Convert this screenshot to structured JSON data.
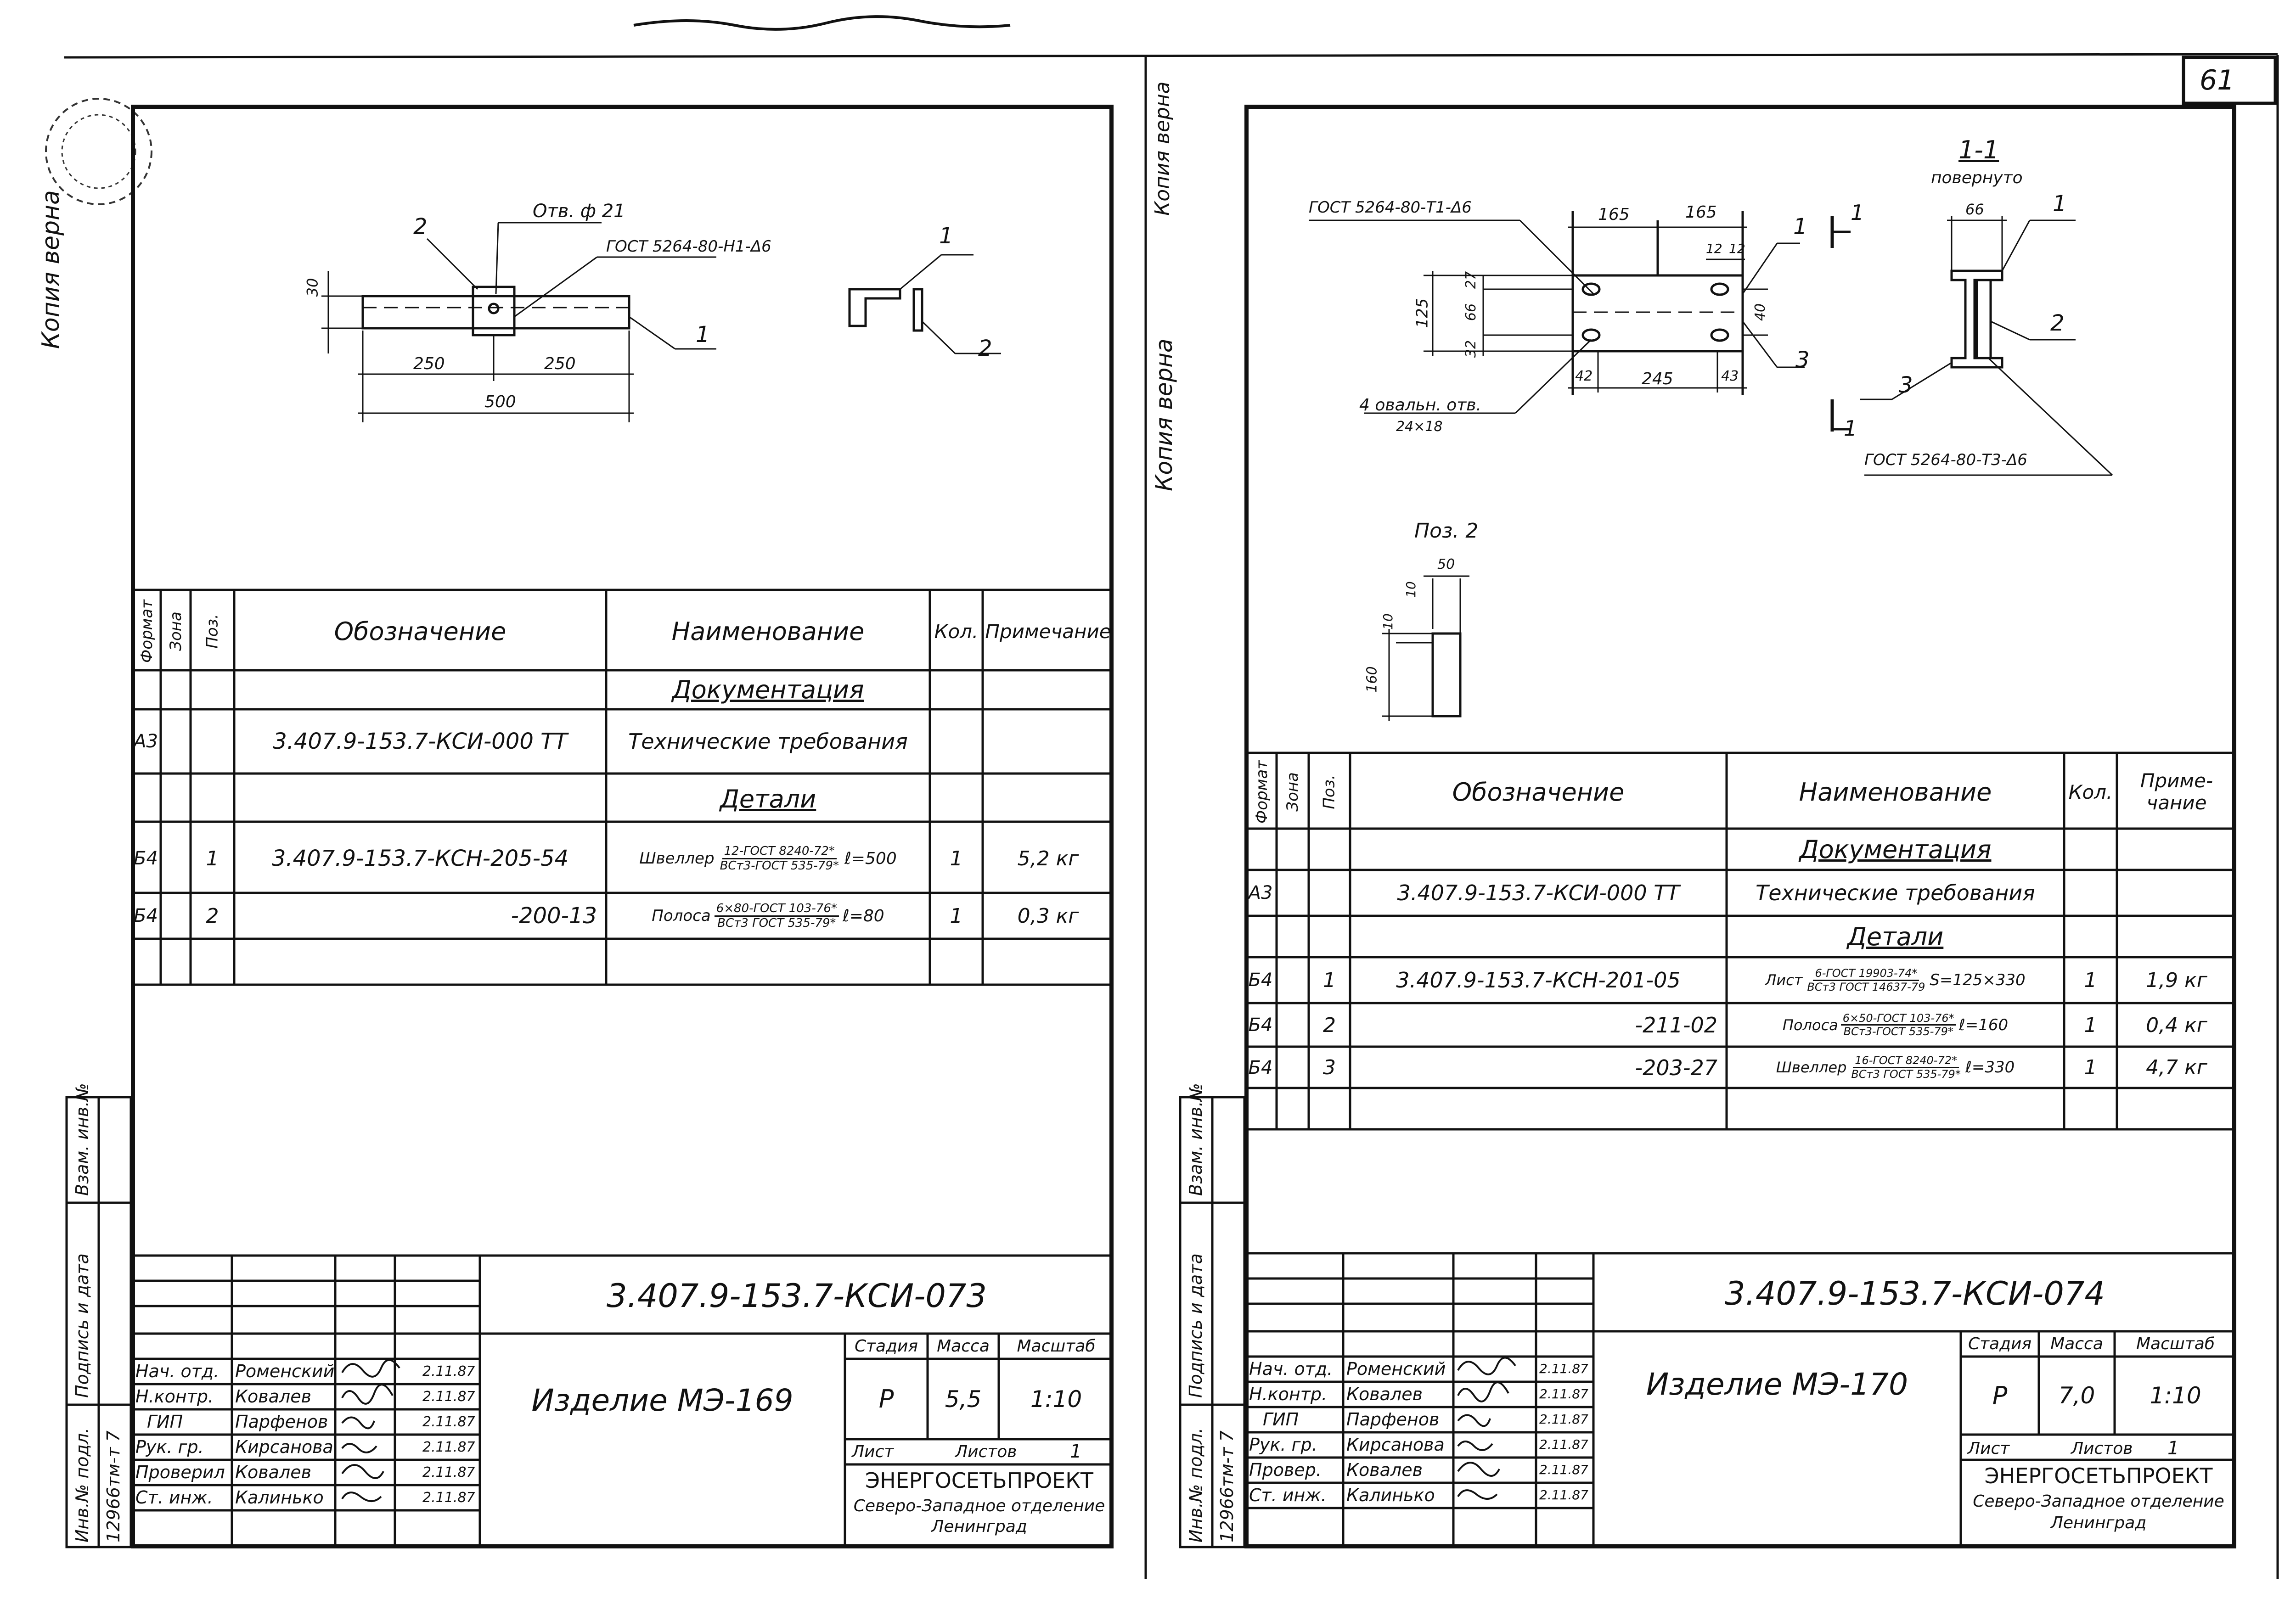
{
  "page_number": "61",
  "stamp_copy": "Копия верна",
  "top_edge_note": "Копия верна",
  "left_sheet": {
    "drawing": {
      "hole_label": "Отв. ф 21",
      "weld_label": "ГОСТ 5264-80-Н1-Δ6",
      "callout_1": "1",
      "callout_2": "2",
      "dim_30": "30",
      "dim_250a": "250",
      "dim_250b": "250",
      "dim_500": "500",
      "side_callout_1": "1",
      "side_callout_2": "2"
    },
    "spec": {
      "headers": {
        "format": "Формат",
        "zone": "Зона",
        "pos": "Поз.",
        "designation": "Обозначение",
        "name": "Наименование",
        "qty": "Кол.",
        "note": "Примечание"
      },
      "section_docs": "Документация",
      "section_parts": "Детали",
      "rows": [
        {
          "format": "А3",
          "zone": "",
          "pos": "",
          "designation": "3.407.9-153.7-КСИ-000 ТТ",
          "name_main": "Технические требования",
          "num": "",
          "den": "",
          "extra": "",
          "qty": "",
          "note": ""
        },
        {
          "format": "Б4",
          "zone": "",
          "pos": "1",
          "designation": "3.407.9-153.7-КСН-205-54",
          "name_main": "Швеллер",
          "num": "12-ГОСТ 8240-72*",
          "den": "ВСт3-ГОСТ 535-79*",
          "extra": "ℓ=500",
          "qty": "1",
          "note": "5,2 кг"
        },
        {
          "format": "Б4",
          "zone": "",
          "pos": "2",
          "designation": "-200-13",
          "name_main": "Полоса",
          "num": "6×80-ГОСТ 103-76*",
          "den": "ВСт3 ГОСТ 535-79*",
          "extra": "ℓ=80",
          "qty": "1",
          "note": "0,3 кг"
        }
      ]
    },
    "side_stamp": {
      "inv_orig": "Инв.№ подл.",
      "sign_date": "Подпись и дата",
      "inv_repl": "Взам. инв.№",
      "inv_number": "12966тм-т 7"
    },
    "title_block": {
      "code": "3.407.9-153.7-КСИ-073",
      "product": "Изделие  МЭ-169",
      "stage_h": "Стадия",
      "mass_h": "Масса",
      "scale_h": "Масштаб",
      "stage": "Р",
      "mass": "5,5",
      "scale": "1:10",
      "sheet_h": "Лист",
      "sheets_h": "Листов",
      "sheets": "1",
      "org1": "ЭНЕРГОСЕТЬПРОЕКТ",
      "org2": "Северо-Западное отделение",
      "org3": "Ленинград",
      "people": [
        {
          "role": "Нач. отд.",
          "name": "Роменский",
          "date": "2.11.87"
        },
        {
          "role": "Н.контр.",
          "name": "Ковалев",
          "date": "2.11.87"
        },
        {
          "role": "ГИП",
          "name": "Парфенов",
          "date": "2.11.87"
        },
        {
          "role": "Рук. гр.",
          "name": "Кирсанова",
          "date": "2.11.87"
        },
        {
          "role": "Проверил",
          "name": "Ковалев",
          "date": "2.11.87"
        },
        {
          "role": "Ст. инж.",
          "name": "Калинько",
          "date": "2.11.87"
        }
      ]
    }
  },
  "right_sheet": {
    "drawing": {
      "weld_top": "ГОСТ 5264-80-Т1-Δ6",
      "dim_165a": "165",
      "dim_165b": "165",
      "dim_12a": "12",
      "dim_12b": "12",
      "dim_125": "125",
      "dim_27": "27",
      "dim_66": "66",
      "dim_32": "32",
      "dim_40": "40",
      "dim_42": "42",
      "dim_245": "245",
      "dim_43": "43",
      "holes": "4 овальн. отв.",
      "holes_size": "24×18",
      "callout_1": "1",
      "callout_3": "3",
      "section_title": "1-1",
      "section_sub": "повернуто",
      "section_dim_66": "66",
      "sec_callout_1": "1",
      "sec_callout_2": "2",
      "sec_callout_3": "3",
      "cut_1a": "1",
      "cut_1b": "1",
      "weld_bottom": "ГОСТ 5264-80-Т3-Δ6",
      "pos2_title": "Поз. 2",
      "pos2_50": "50",
      "pos2_10a": "10",
      "pos2_10b": "10",
      "pos2_160": "160"
    },
    "spec": {
      "headers": {
        "format": "Формат",
        "zone": "Зона",
        "pos": "Поз.",
        "designation": "Обозначение",
        "name": "Наименование",
        "qty": "Кол.",
        "note1": "Приме-",
        "note2": "чание"
      },
      "section_docs": "Документация",
      "section_parts": "Детали",
      "rows": [
        {
          "format": "А3",
          "zone": "",
          "pos": "",
          "designation": "3.407.9-153.7-КСИ-000 ТТ",
          "name_main": "Технические требования",
          "num": "",
          "den": "",
          "extra": "",
          "qty": "",
          "note": ""
        },
        {
          "format": "Б4",
          "zone": "",
          "pos": "1",
          "designation": "3.407.9-153.7-КСН-201-05",
          "name_main": "Лист",
          "num": "6-ГОСТ 19903-74*",
          "den": "ВСт3 ГОСТ 14637-79",
          "extra": "S=125×330",
          "qty": "1",
          "note": "1,9 кг"
        },
        {
          "format": "Б4",
          "zone": "",
          "pos": "2",
          "designation": "-211-02",
          "name_main": "Полоса",
          "num": "6×50-ГОСТ 103-76*",
          "den": "ВСт3-ГОСТ 535-79*",
          "extra": "ℓ=160",
          "qty": "1",
          "note": "0,4 кг"
        },
        {
          "format": "Б4",
          "zone": "",
          "pos": "3",
          "designation": "-203-27",
          "name_main": "Швеллер",
          "num": "16-ГОСТ 8240-72*",
          "den": "ВСт3 ГОСТ 535-79*",
          "extra": "ℓ=330",
          "qty": "1",
          "note": "4,7 кг"
        }
      ]
    },
    "side_stamp": {
      "inv_orig": "Инв.№ подл.",
      "sign_date": "Подпись и дата",
      "inv_repl": "Взам. инв.№",
      "inv_number": "12966тм-т 7"
    },
    "title_block": {
      "code": "3.407.9-153.7-КСИ-074",
      "product": "Изделие  МЭ-170",
      "stage_h": "Стадия",
      "mass_h": "Масса",
      "scale_h": "Масштаб",
      "stage": "Р",
      "mass": "7,0",
      "scale": "1:10",
      "sheet_h": "Лист",
      "sheets_h": "Листов",
      "sheets": "1",
      "org1": "ЭНЕРГОСЕТЬПРОЕКТ",
      "org2": "Северо-Западное отделение",
      "org3": "Ленинград",
      "people": [
        {
          "role": "Нач. отд.",
          "name": "Роменский",
          "date": "2.11.87"
        },
        {
          "role": "Н.контр.",
          "name": "Ковалев",
          "date": "2.11.87"
        },
        {
          "role": "ГИП",
          "name": "Парфенов",
          "date": "2.11.87"
        },
        {
          "role": "Рук. гр.",
          "name": "Кирсанова",
          "date": "2.11.87"
        },
        {
          "role": "Провер.",
          "name": "Ковалев",
          "date": "2.11.87"
        },
        {
          "role": "Ст. инж.",
          "name": "Калинько",
          "date": "2.11.87"
        }
      ]
    }
  }
}
